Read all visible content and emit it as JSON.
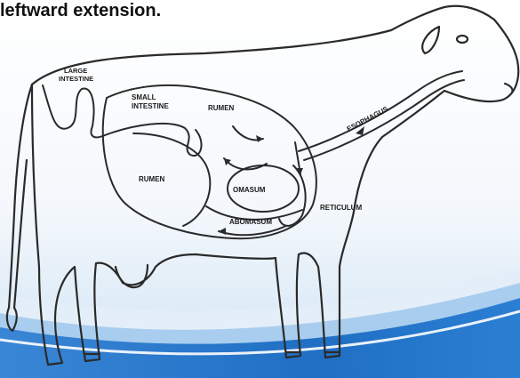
{
  "slide": {
    "caption": "leftward extension.",
    "accent_colors": {
      "wave_dark": "#1f6fc4",
      "wave_light": "#6fb0e8",
      "wave_pale": "#cfe3f4"
    }
  },
  "diagram": {
    "labels": {
      "large_intestine": [
        "LARGE",
        "INTESTINE"
      ],
      "small_intestine": [
        "SMALL",
        "INTESTINE"
      ],
      "rumen_upper": "RUMEN",
      "rumen_lower": "RUMEN",
      "omasum": "OMASUM",
      "abomasum": "ABOMASUM",
      "reticulum": "RETICULUM",
      "esophagus": "ESOPHAGUS"
    }
  }
}
